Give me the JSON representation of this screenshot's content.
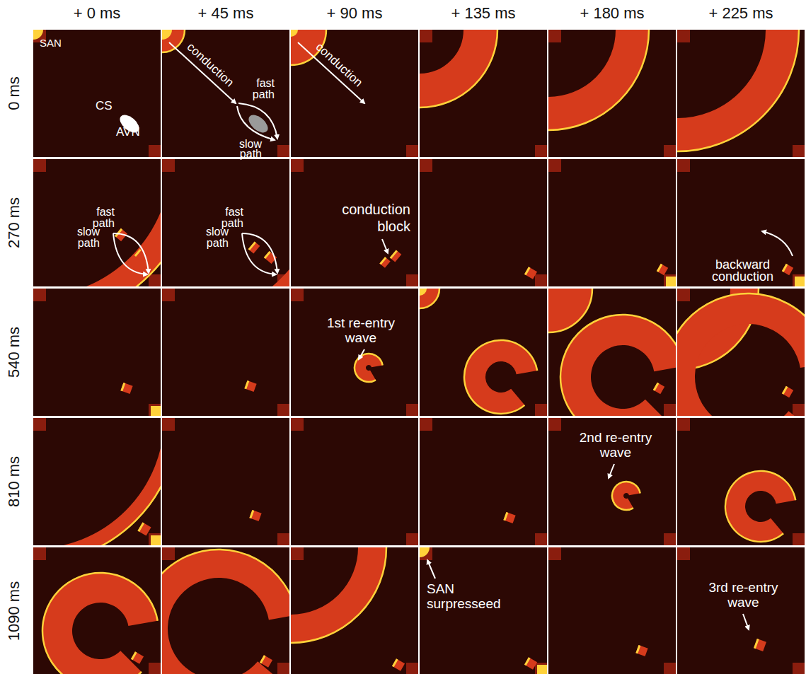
{
  "diagram": {
    "labels": [
      "+ 0 ms",
      "+ 45 ms",
      "+ 90 ms",
      "+ 135 ms",
      "+ 180 ms",
      "+ 225 ms",
      "0 ms",
      "270 ms",
      "540 ms",
      "810 ms",
      "1090 ms",
      "SAN",
      "CS",
      "AVN",
      "conduction",
      "fast path",
      "slow path",
      "conduction",
      "fast path",
      "slow path",
      "fast path",
      "slow path",
      "conduction block",
      "backward conduction",
      "1st re-entry wave",
      "2nd re-entry wave",
      "SAN surpresseed",
      "3rd re-entry wave"
    ]
  }
}
